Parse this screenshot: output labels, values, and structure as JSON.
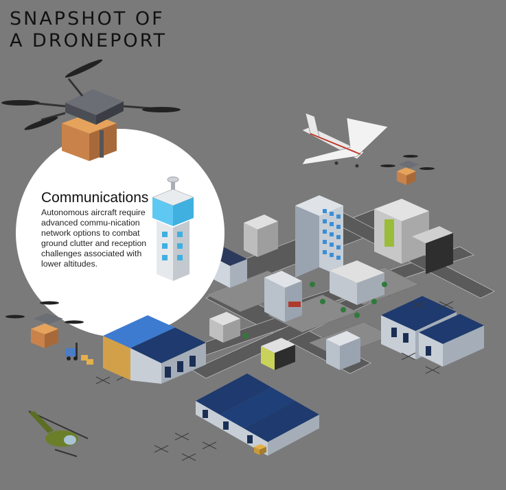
{
  "title": {
    "line1": "SNAPSHOT OF",
    "line2": "A DRONEPORT"
  },
  "callout": {
    "heading": "Communications",
    "body": "Autonomous aircraft require advanced commu-nication network options to combat ground clutter and reception challenges associated with lower altitudes."
  },
  "colors": {
    "background": "#7a7a7a",
    "spotlight": "#ffffff",
    "hangar_roof": "#1e3a6e",
    "hangar_roof_highlight": "#3d7bd0",
    "tower_glass": "#5ec8f2",
    "package": "#c98a4e",
    "helicopter": "#6b7f2a",
    "plane_stripe": "#c0392b"
  }
}
